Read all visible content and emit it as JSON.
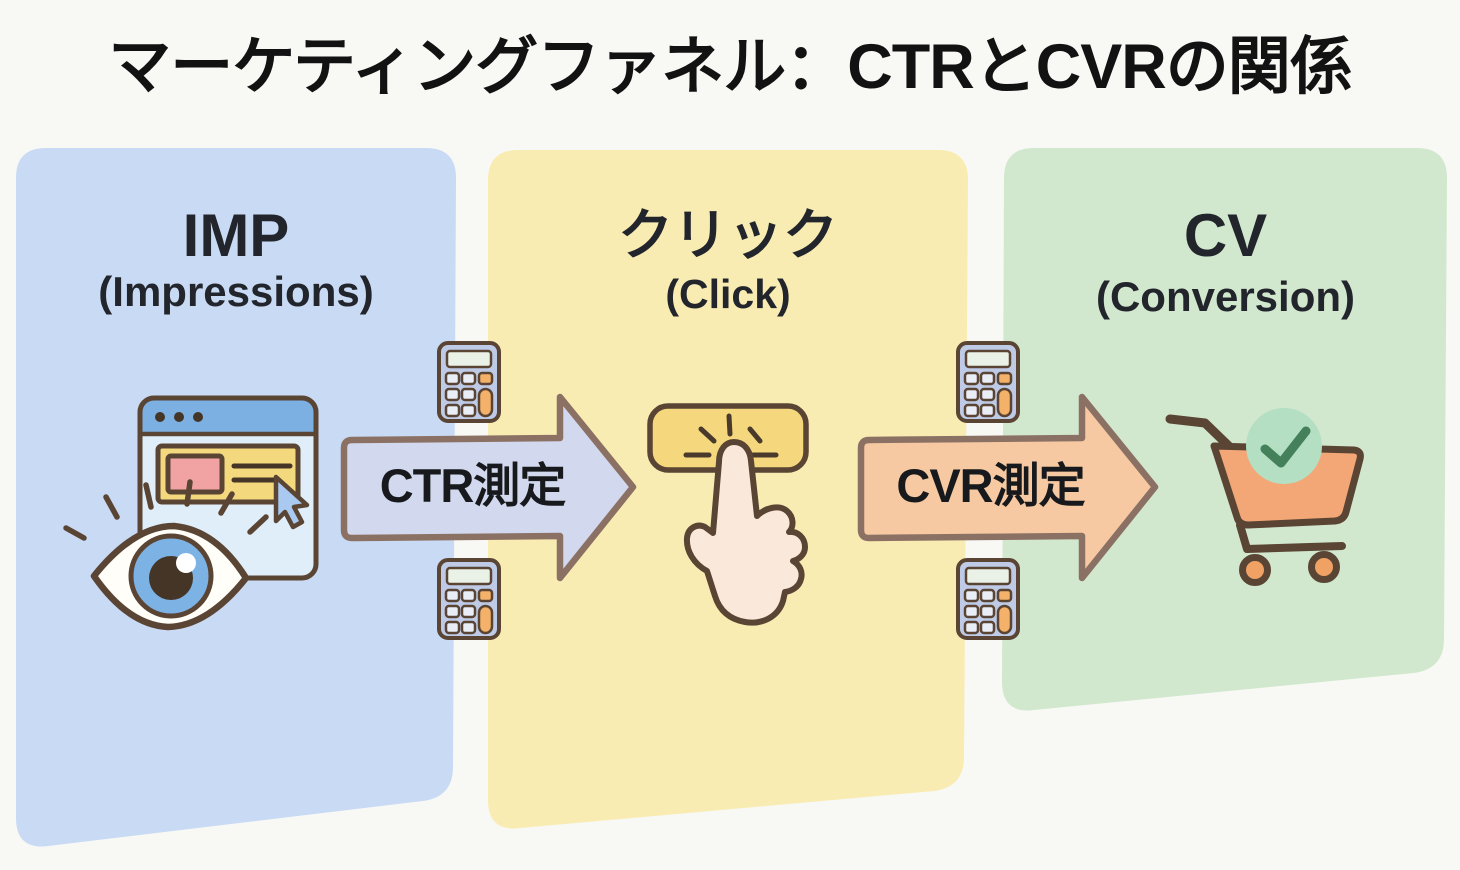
{
  "title": "マーケティングファネル：CTRとCVRの関係",
  "funnel": {
    "stages": [
      {
        "name": "impressions",
        "title": "IMP",
        "subtitle": "(Impressions)",
        "panel_color": "#c9daf4",
        "icon": "browser-ad-eye-icon"
      },
      {
        "name": "click",
        "title": "クリック",
        "subtitle": "(Click)",
        "panel_color": "#f9ecb2",
        "icon": "button-click-hand-icon"
      },
      {
        "name": "conversion",
        "title": "CV",
        "subtitle": "(Conversion)",
        "panel_color": "#d2e8ce",
        "icon": "cart-check-icon"
      }
    ],
    "transitions": [
      {
        "name": "ctr",
        "label": "CTR測定",
        "arrow_color": "#d2d9ee",
        "icon": "calculator-icon"
      },
      {
        "name": "cvr",
        "label": "CVR測定",
        "arrow_color": "#f6c9a2",
        "icon": "calculator-icon"
      }
    ]
  },
  "palette": {
    "background": "#f8f8f5",
    "icon_outline": "#5a4534",
    "arrow_outline": "#8b7164",
    "text": "#15181c"
  }
}
